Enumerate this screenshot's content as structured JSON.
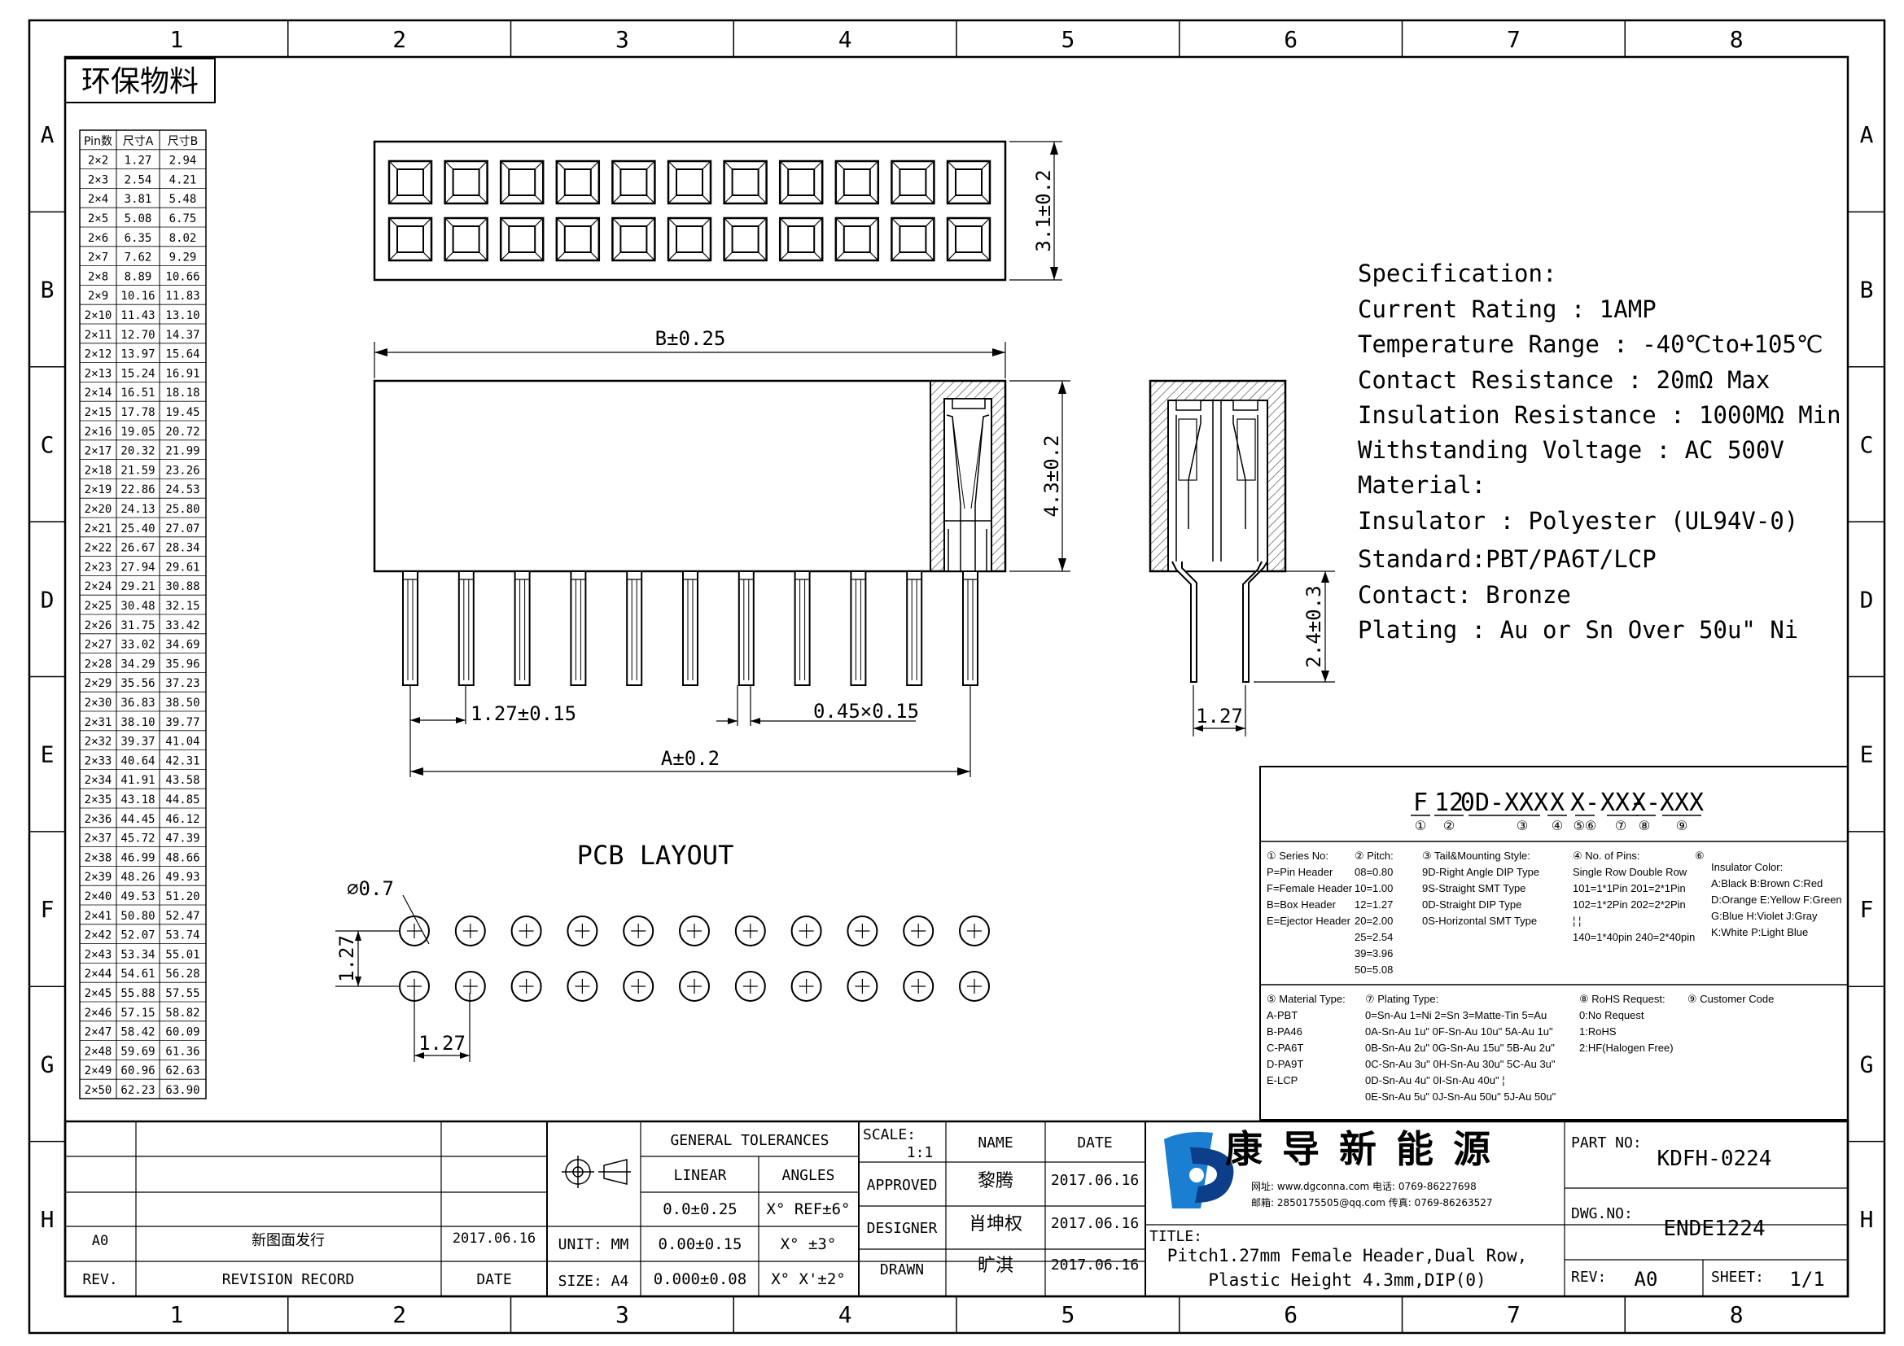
{
  "frame": {
    "cols": [
      "1",
      "2",
      "3",
      "4",
      "5",
      "6",
      "7",
      "8"
    ],
    "rows": [
      "A",
      "B",
      "C",
      "D",
      "E",
      "F",
      "G",
      "H"
    ]
  },
  "eco_label": "环保物料",
  "size_table": {
    "headers": [
      "Pin数",
      "尺寸A",
      "尺寸B"
    ],
    "rows": [
      [
        "2×2",
        "1.27",
        "2.94"
      ],
      [
        "2×3",
        "2.54",
        "4.21"
      ],
      [
        "2×4",
        "3.81",
        "5.48"
      ],
      [
        "2×5",
        "5.08",
        "6.75"
      ],
      [
        "2×6",
        "6.35",
        "8.02"
      ],
      [
        "2×7",
        "7.62",
        "9.29"
      ],
      [
        "2×8",
        "8.89",
        "10.66"
      ],
      [
        "2×9",
        "10.16",
        "11.83"
      ],
      [
        "2×10",
        "11.43",
        "13.10"
      ],
      [
        "2×11",
        "12.70",
        "14.37"
      ],
      [
        "2×12",
        "13.97",
        "15.64"
      ],
      [
        "2×13",
        "15.24",
        "16.91"
      ],
      [
        "2×14",
        "16.51",
        "18.18"
      ],
      [
        "2×15",
        "17.78",
        "19.45"
      ],
      [
        "2×16",
        "19.05",
        "20.72"
      ],
      [
        "2×17",
        "20.32",
        "21.99"
      ],
      [
        "2×18",
        "21.59",
        "23.26"
      ],
      [
        "2×19",
        "22.86",
        "24.53"
      ],
      [
        "2×20",
        "24.13",
        "25.80"
      ],
      [
        "2×21",
        "25.40",
        "27.07"
      ],
      [
        "2×22",
        "26.67",
        "28.34"
      ],
      [
        "2×23",
        "27.94",
        "29.61"
      ],
      [
        "2×24",
        "29.21",
        "30.88"
      ],
      [
        "2×25",
        "30.48",
        "32.15"
      ],
      [
        "2×26",
        "31.75",
        "33.42"
      ],
      [
        "2×27",
        "33.02",
        "34.69"
      ],
      [
        "2×28",
        "34.29",
        "35.96"
      ],
      [
        "2×29",
        "35.56",
        "37.23"
      ],
      [
        "2×30",
        "36.83",
        "38.50"
      ],
      [
        "2×31",
        "38.10",
        "39.77"
      ],
      [
        "2×32",
        "39.37",
        "41.04"
      ],
      [
        "2×33",
        "40.64",
        "42.31"
      ],
      [
        "2×34",
        "41.91",
        "43.58"
      ],
      [
        "2×35",
        "43.18",
        "44.85"
      ],
      [
        "2×36",
        "44.45",
        "46.12"
      ],
      [
        "2×37",
        "45.72",
        "47.39"
      ],
      [
        "2×38",
        "46.99",
        "48.66"
      ],
      [
        "2×39",
        "48.26",
        "49.93"
      ],
      [
        "2×40",
        "49.53",
        "51.20"
      ],
      [
        "2×41",
        "50.80",
        "52.47"
      ],
      [
        "2×42",
        "52.07",
        "53.74"
      ],
      [
        "2×43",
        "53.34",
        "55.01"
      ],
      [
        "2×44",
        "54.61",
        "56.28"
      ],
      [
        "2×45",
        "55.88",
        "57.55"
      ],
      [
        "2×46",
        "57.15",
        "58.82"
      ],
      [
        "2×47",
        "58.42",
        "60.09"
      ],
      [
        "2×48",
        "59.69",
        "61.36"
      ],
      [
        "2×49",
        "60.96",
        "62.63"
      ],
      [
        "2×50",
        "62.23",
        "63.90"
      ]
    ]
  },
  "dims": {
    "height_top": "3.1±0.2",
    "width_b": "B±0.25",
    "height_body": "4.3±0.2",
    "pitch": "1.27±0.15",
    "pin_section": "0.45×0.15",
    "width_a": "A±0.2",
    "tail": "2.4±0.3",
    "side_pitch": "1.27"
  },
  "pcb": {
    "title": "PCB LAYOUT",
    "hole": "∅0.7",
    "pitch_v": "1.27",
    "pitch_h": "1.27"
  },
  "spec": [
    "Specification:",
    "Current Rating : 1AMP",
    "Temperature Range : -40℃to+105℃",
    "Contact Resistance : 20mΩ Max",
    "Insulation Resistance : 1000MΩ Min",
    "Withstanding Voltage : AC 500V",
    "Material:",
    "  Insulator : Polyester (UL94V-0)",
    "        Standard:PBT/PA6T/LCP",
    "  Contact: Bronze",
    "Plating : Au or Sn Over 50u\" Ni"
  ],
  "part_code": {
    "segments": [
      "F",
      "12",
      "0D-XXX",
      "X",
      "X-",
      "XX-",
      "X-",
      "XXX"
    ],
    "numbers": [
      "①",
      "②",
      "③",
      "④",
      "⑤⑥",
      "⑦",
      "⑧",
      "⑨"
    ],
    "series": [
      "① Series No:",
      "P=Pin Header",
      "F=Female Header",
      "B=Box Header",
      "E=Ejector Header"
    ],
    "pitch": [
      "② Pitch:",
      "08=0.80",
      "10=1.00",
      "12=1.27",
      "20=2.00",
      "25=2.54",
      "39=3.96",
      "50=5.08"
    ],
    "tail": [
      "③ Tail&Mounting Style:",
      "9D-Right Angle DIP Type",
      "9S-Straight SMT Type",
      "0D-Straight DIP Type",
      "0S-Horizontal SMT Type"
    ],
    "pins": [
      "④ No. of Pins:",
      "Single Row   Double Row",
      "101=1*1Pin   201=2*1Pin",
      "102=1*2Pin   202=2*2Pin",
      "   ¦              ¦",
      "140=1*40pin  240=2*40pin"
    ],
    "color_num": "⑥",
    "color": [
      "Insulator Color:",
      "A:Black  B:Brown  C:Red",
      "D:Orange E:Yellow F:Green",
      "G:Blue   H:Violet J:Gray",
      "K:White  P:Light Blue"
    ],
    "material": [
      "⑤ Material Type:",
      "A-PBT",
      "B-PA46",
      "C-PA6T",
      "D-PA9T",
      "E-LCP"
    ],
    "plating": [
      "⑦ Plating Type:",
      "0=Sn-Au 1=Ni 2=Sn 3=Matte-Tin 5=Au",
      "0A-Sn-Au 1u\" 0F-Sn-Au 10u\"  5A-Au 1u\"",
      "0B-Sn-Au 2u\" 0G-Sn-Au 15u\"  5B-Au 2u\"",
      "0C-Sn-Au 3u\" 0H-Sn-Au 30u\"  5C-Au 3u\"",
      "0D-Sn-Au 4u\" 0I-Sn-Au 40u\"     ¦",
      "0E-Sn-Au 5u\" 0J-Sn-Au 50u\"  5J-Au 50u\""
    ],
    "rohs": [
      "⑧ RoHS Request:",
      "0:No Request",
      "1:RoHS",
      "2:HF(Halogen Free)"
    ],
    "customer": "⑨ Customer Code"
  },
  "title_block": {
    "rev_row": {
      "rev": "A0",
      "record": "新图面发行",
      "date": "2017.06.16"
    },
    "rev_hdr": {
      "rev": "REV.",
      "record": "REVISION RECORD",
      "date": "DATE"
    },
    "gen_tol": "GENERAL TOLERANCES",
    "linear": "LINEAR",
    "angles": "ANGLES",
    "tol_rows": [
      [
        "0.0±0.25",
        "X° REF±6°"
      ],
      [
        "0.00±0.15",
        "X° ±3°"
      ],
      [
        "0.000±0.08",
        "X° X'±2°"
      ]
    ],
    "unit": "UNIT: MM",
    "size": "SIZE: A4",
    "scale_label": "SCALE:",
    "scale_val": "1:1",
    "name_hdr": "NAME",
    "date_hdr": "DATE",
    "people": [
      {
        "role": "APPROVED",
        "name": "黎腾",
        "date": "2017.06.16"
      },
      {
        "role": "DESIGNER",
        "name": "肖坤权",
        "date": "2017.06.16"
      },
      {
        "role": "DRAWN",
        "name": "旷淇",
        "date": "2017.06.16"
      }
    ],
    "company": "康导新能源",
    "contact1": "网址: www.dgconna.com  电话: 0769-86227698",
    "contact2": "邮箱: 2850175505@qq.com 传真: 0769-86263527",
    "part_no_label": "PART NO:",
    "part_no": "KDFH-0224",
    "dwg_label": "DWG.NO:",
    "dwg_no": "ENDE1224",
    "title_label": "TITLE:",
    "title1": "Pitch1.27mm Female Header,Dual Row,",
    "title2": "Plastic Height 4.3mm,DIP(0)",
    "rev_label": "REV:",
    "rev": "A0",
    "sheet_label": "SHEET:",
    "sheet": "1/1"
  },
  "colors": {
    "ink": "#000000",
    "logo_blue": "#1a7fd0",
    "logo_dark": "#0c3e8a",
    "hatch": "#555555"
  }
}
